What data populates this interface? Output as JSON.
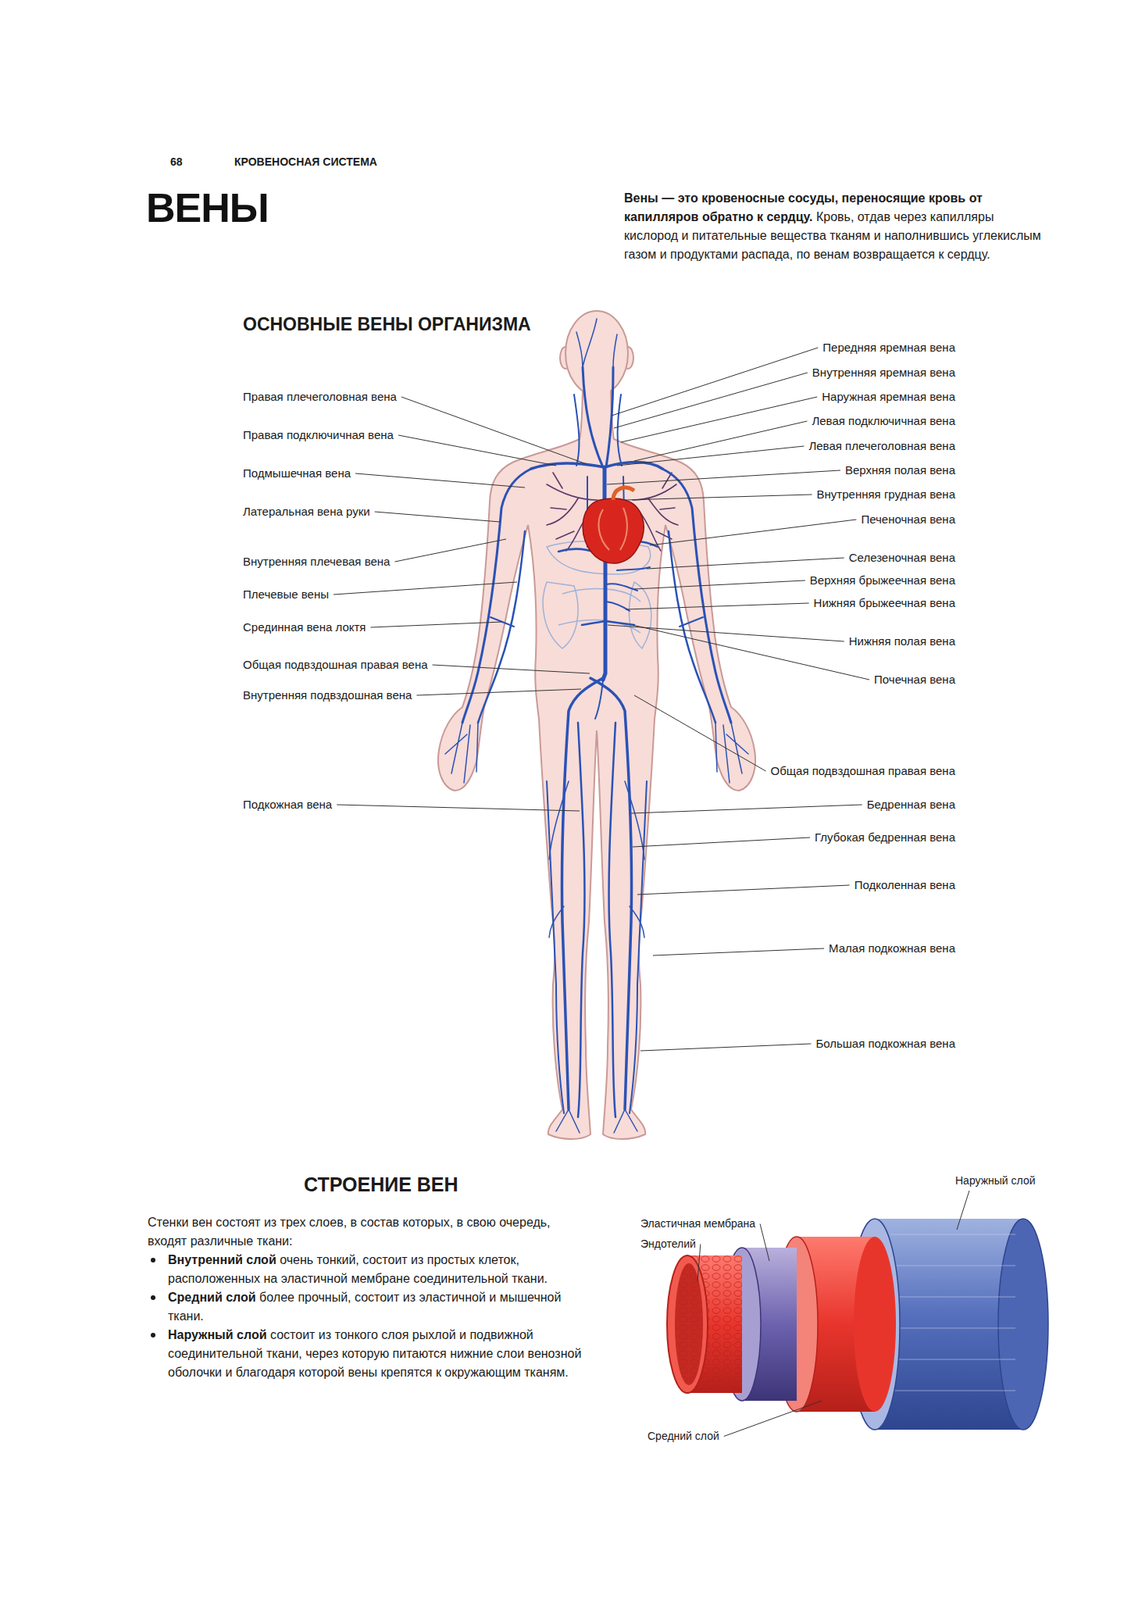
{
  "diagram": {
    "title": "ВЕНЫ",
    "labels": [
      "68",
      "КРОВЕНОСНАЯ СИСТЕМА",
      "Вены — это кровеносные сосуды, переносящие кровь от капилляров обратно к сердцу.",
      "Кровь, отдав через капилляры кислород и питательные вещества тканям и наполнившись углекислым газом и продуктами распада, по венам возвращается к сердцу.",
      "ОСНОВНЫЕ ВЕНЫ ОРГАНИЗМА",
      "Правая плечеголовная вена",
      "Правая подключичная вена",
      "Подмышечная вена",
      "Латеральная вена руки",
      "Внутренняя плечевая вена",
      "Плечевые вены",
      "Срединная вена локтя",
      "Общая подвздошная правая вена",
      "Внутренняя подвздошная вена",
      "Подкожная вена",
      "Передняя яремная вена",
      "Внутренняя яремная вена",
      "Наружная яремная вена",
      "Левая подключичная вена",
      "Левая плечеголовная вена",
      "Верхняя полая вена",
      "Внутренняя грудная вена",
      "Печеночная вена",
      "Селезеночная вена",
      "Верхняя брыжеечная вена",
      "Нижняя брыжеечная вена",
      "Нижняя полая вена",
      "Почечная вена",
      "Общая подвздошная правая вена",
      "Бедренная вена",
      "Глубокая бедренная вена",
      "Подколенная вена",
      "Малая подкожная вена",
      "Большая подкожная вена",
      "СТРОЕНИЕ ВЕН",
      "Стенки вен состоят из трех слоев, в состав которых, в свою очередь, входят различные ткани:",
      "Внутренний слой",
      "очень тонкий, состоит из простых клеток, расположенных на эластичной мембране соединительной ткани.",
      "Средний слой",
      "более прочный, состоит из эластичной и мышечной ткани.",
      "Наружный слой",
      "состоит из тонкого слоя рыхлой и подвижной соединительной ткани, через которую питаются нижние слои венозной оболочки и благодаря которой вены крепятся к окружающим тканям.",
      "Наружный слой",
      "Эластичная мембрана",
      "Эндотелий",
      "Средний слой"
    ]
  }
}
